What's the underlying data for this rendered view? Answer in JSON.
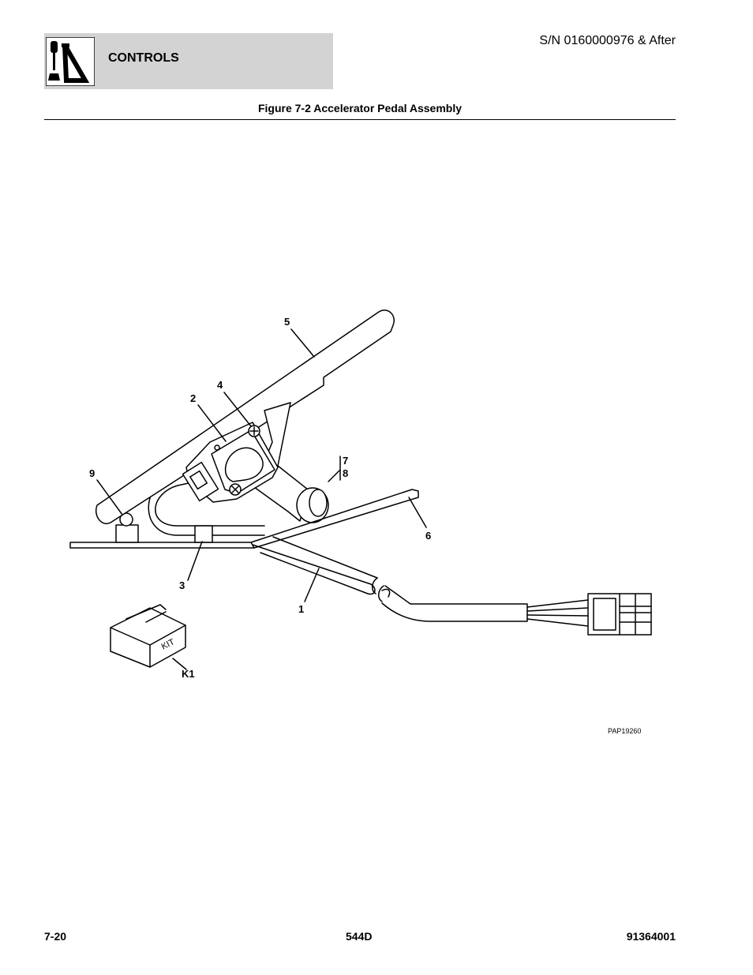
{
  "header": {
    "section_title": "CONTROLS",
    "serial_number": "S/N 0160000976 & After",
    "section_icon": "joystick-controls-icon"
  },
  "figure": {
    "title": "Figure 7-2 Accelerator Pedal Assembly",
    "image_id": "PAP19260",
    "kit_box_text": "KIT",
    "callouts": {
      "c1": "1",
      "c2": "2",
      "c3": "3",
      "c4": "4",
      "c5": "5",
      "c6": "6",
      "c7": "7",
      "c8": "8",
      "c9": "9",
      "k1": "K1"
    }
  },
  "footer": {
    "page_number": "7-20",
    "model": "544D",
    "doc_number": "91364001"
  }
}
